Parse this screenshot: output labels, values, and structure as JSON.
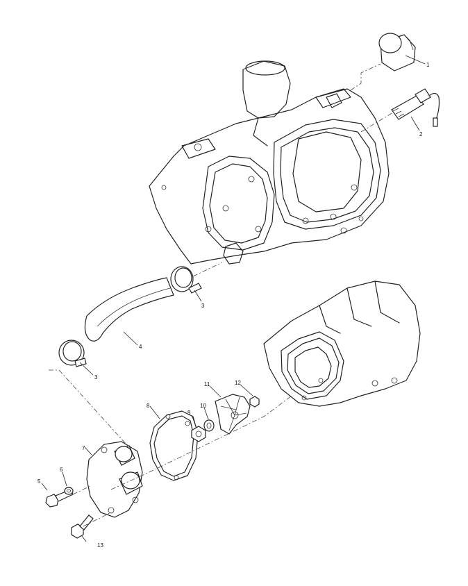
{
  "callouts": [
    {
      "id": "c1",
      "text": "1"
    },
    {
      "id": "c2",
      "text": "2"
    },
    {
      "id": "c3a",
      "text": "3"
    },
    {
      "id": "c3b",
      "text": "3"
    },
    {
      "id": "c4",
      "text": "4"
    },
    {
      "id": "c5",
      "text": "5"
    },
    {
      "id": "c6",
      "text": "6"
    },
    {
      "id": "c7",
      "text": "7"
    },
    {
      "id": "c8",
      "text": "8"
    },
    {
      "id": "c9",
      "text": "9"
    },
    {
      "id": "c10",
      "text": "10"
    },
    {
      "id": "c11",
      "text": "11"
    },
    {
      "id": "c12",
      "text": "12"
    },
    {
      "id": "c13",
      "text": "13"
    }
  ]
}
